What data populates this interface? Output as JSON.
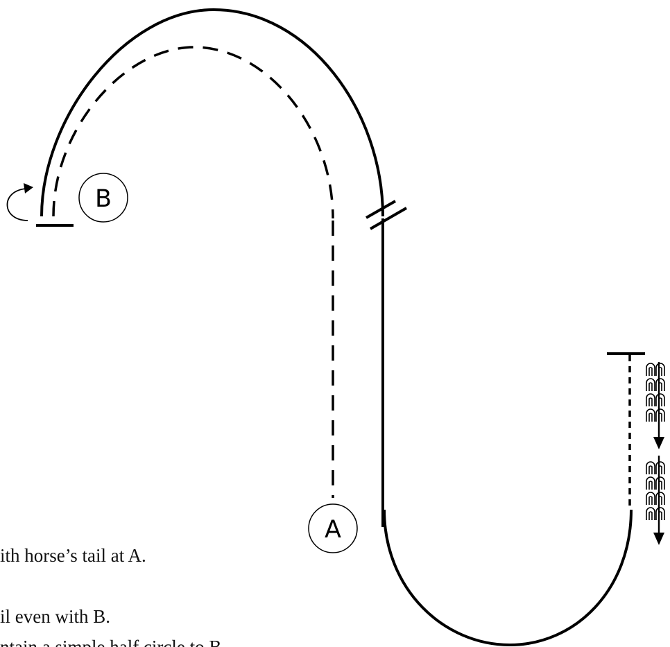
{
  "markers": {
    "a": "A",
    "b": "B"
  },
  "text_lines": [
    "ith horse’s tail at A.",
    "il even with B.",
    "ntain a simple half circle to B."
  ]
}
